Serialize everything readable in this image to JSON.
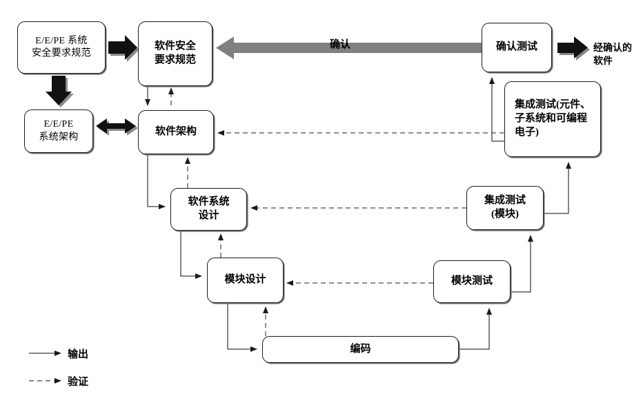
{
  "diagram": {
    "title_text": "",
    "colors": {
      "stroke": "#1a1a1a",
      "gray_arrow": "#808080",
      "black_arrow": "#111111",
      "background": "#ffffff"
    },
    "nodes": {
      "eepe_safety_requirements": "E/E/PE 系统\n安全要求规范",
      "eepe_system_architecture": "E/E/PE\n系统架构",
      "software_safety_requirements": "软件安全\n要求规范",
      "software_architecture": "软件架构",
      "software_system_design": "软件系统\n设计",
      "module_design": "模块设计",
      "coding": "编码",
      "module_testing": "模块测试",
      "integration_testing_module": "集成测试\n(模块)",
      "integration_testing_components": "集成测试(元件、\n子系统和可编程\n电子)",
      "validation_testing": "确认测试"
    },
    "annotations": {
      "validation_arrow_label": "确认",
      "validated_software_label": "经确认的\n软件"
    },
    "legend": {
      "items": [
        {
          "label": "输出",
          "style": "solid"
        },
        {
          "label": "验证",
          "style": "dashed"
        }
      ]
    }
  }
}
